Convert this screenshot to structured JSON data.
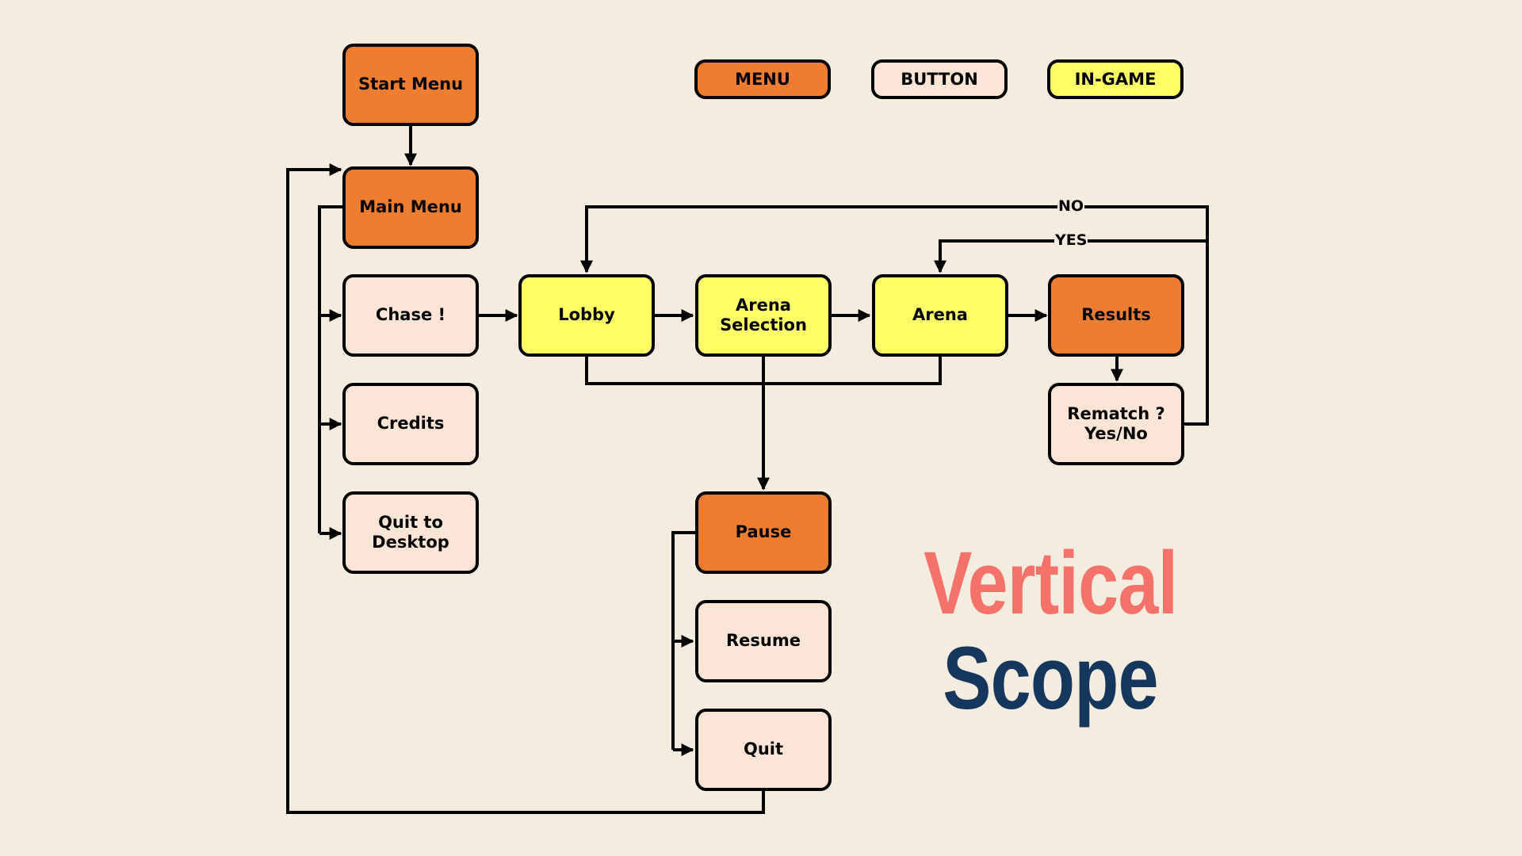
{
  "legend": {
    "menu": "MENU",
    "button": "BUTTON",
    "ingame": "IN-GAME"
  },
  "nodes": {
    "start_menu": "Start Menu",
    "main_menu": "Main Menu",
    "chase": "Chase !",
    "credits": "Credits",
    "quit_to_desktop": "Quit to\nDesktop",
    "lobby": "Lobby",
    "arena_selection": "Arena\nSelection",
    "arena": "Arena",
    "results": "Results",
    "rematch": "Rematch ?\nYes/No",
    "pause": "Pause",
    "resume": "Resume",
    "quit": "Quit"
  },
  "edge_labels": {
    "no": "NO",
    "yes": "YES"
  },
  "title": {
    "line1": "Vertical",
    "line2": "Scope"
  },
  "colors": {
    "background": "#f3ecdf",
    "menu": "#ed7d31",
    "button": "#fbe5d6",
    "ingame": "#ffff66",
    "title_line1": "#f4726a",
    "title_line2": "#15375e"
  }
}
